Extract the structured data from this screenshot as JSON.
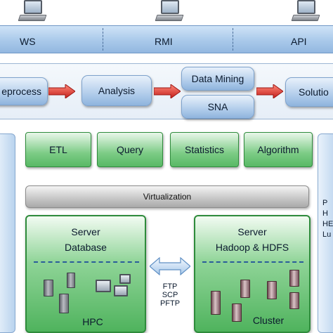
{
  "clients": {
    "items": [
      {
        "label": "WS",
        "icon": "laptop-icon"
      },
      {
        "label": "RMI",
        "icon": "laptop-icon"
      },
      {
        "label": "API",
        "icon": "laptop-icon"
      }
    ]
  },
  "process": {
    "preprocess": "eprocess",
    "analysis": "Analysis",
    "data_mining": "Data Mining",
    "sna": "SNA",
    "solution": "Solutio",
    "arrow_color": "#e0312d"
  },
  "services": {
    "tiles": [
      "ETL",
      "Query",
      "Statistics",
      "Algorithm"
    ]
  },
  "virtualization": {
    "label": "Virtualization"
  },
  "right_panel": {
    "lines": [
      "P",
      "H",
      "HE",
      "Lu"
    ]
  },
  "server_db": {
    "title": "Server",
    "subtitle": "Database",
    "footer": "HPC"
  },
  "server_hadoop": {
    "title": "Server",
    "subtitle": "Hadoop & HDFS",
    "footer": "Cluster"
  },
  "transfer": {
    "protocols": [
      "FTP",
      "SCP",
      "PFTP"
    ]
  },
  "colors": {
    "client_band": "#a9c9ea",
    "pill_blue": "#a9c7e8",
    "tile_green": "#7dcc86",
    "server_green": "#4fb35d",
    "virt_gray": "#c9c9c9"
  }
}
